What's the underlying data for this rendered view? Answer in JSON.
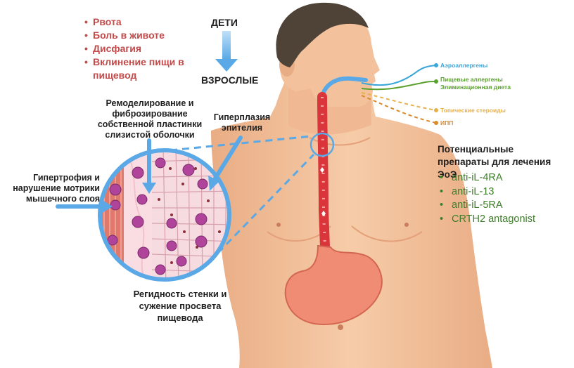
{
  "symptoms": [
    "Рвота",
    "Боль в животе",
    "Дисфагия",
    "Вклинение пищи в пищевод"
  ],
  "age": {
    "from": "ДЕТИ",
    "to": "ВЗРОСЛЫЕ"
  },
  "labels": {
    "remodeling": "Ремоделирование и фиброзирование собственной пластинки слизистой оболочки",
    "hyperplasia": "Гиперплазия эпителия",
    "hypertrophy": "Гипертрофия и нарушение мотрики мышечного слоя",
    "rigidity": "Регидность стенки и сужение просвета пищевода"
  },
  "routes": [
    {
      "text": "Аэроаллергены",
      "color": "#3aa6d8"
    },
    {
      "text": "Пищевые аллергены",
      "text2": "Элиминационная диета",
      "color": "#5aa02c"
    },
    {
      "text": "Топические стероиды",
      "color": "#e6b04a"
    },
    {
      "text": "ИПП",
      "color": "#d98a2b"
    }
  ],
  "drugs": {
    "title": "Потенциальные препараты для лечения ЭоЭ",
    "items": [
      "anti-iL-4RA",
      "anti-iL-13",
      "anti-iL-5RA",
      "CRTH2 antagonist"
    ]
  },
  "colors": {
    "skin": "#f3c29d",
    "hair": "#4e4336",
    "esophagus": "#d9353b",
    "stomach": "#ef8c73",
    "arrow": "#5aa9e6",
    "eosinophil": "#b0449a",
    "symptom_text": "#c24a4a",
    "drug_text": "#3e7d2a"
  }
}
